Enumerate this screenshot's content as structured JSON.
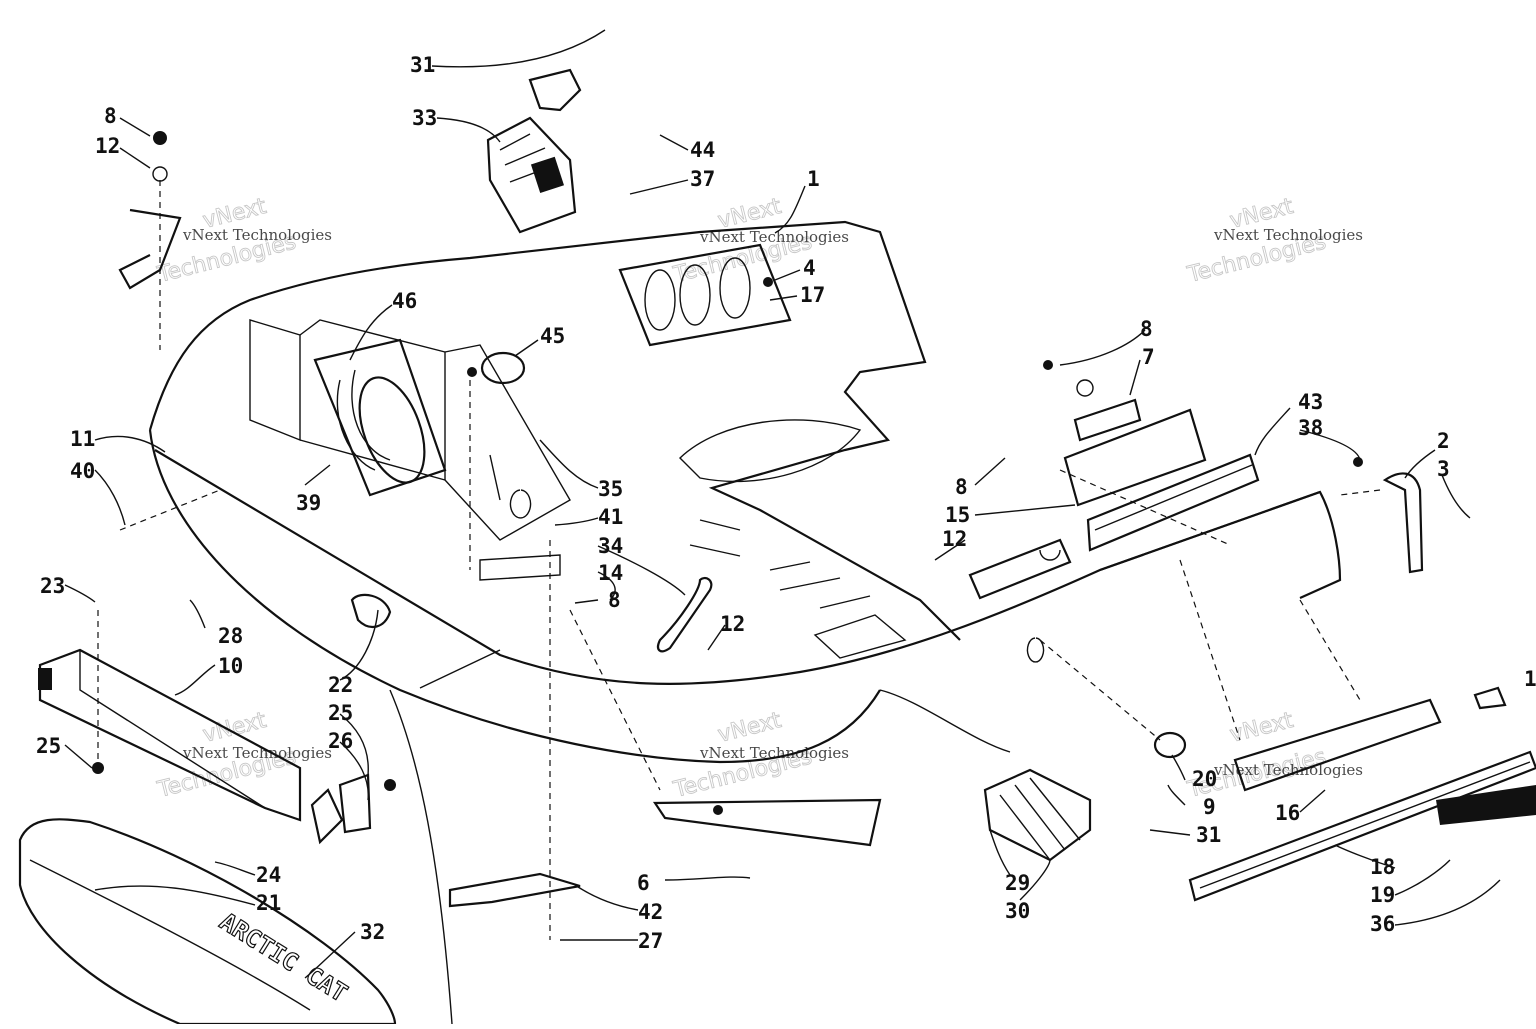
{
  "watermark": {
    "line1": "vNext",
    "line2": "Technologies",
    "caption": "vNext Technologies"
  },
  "callouts": {
    "c31a": "31",
    "c33": "33",
    "c8a": "8",
    "c12a": "12",
    "c44": "44",
    "c37": "37",
    "c1": "1",
    "c4": "4",
    "c17": "17",
    "c46": "46",
    "c45": "45",
    "c8b": "8",
    "c7": "7",
    "c43": "43",
    "c38": "38",
    "c2": "2",
    "c3": "3",
    "c11": "11",
    "c40": "40",
    "c39": "39",
    "c35": "35",
    "c41": "41",
    "c34": "34",
    "c14": "14",
    "c8c": "8",
    "c8d": "8",
    "c15": "15",
    "c12b": "12",
    "c12c": "12",
    "c23": "23",
    "c28": "28",
    "c10": "10",
    "c22": "22",
    "c25a": "25",
    "c26": "26",
    "c25b": "25",
    "c24": "24",
    "c21": "21",
    "c32": "32",
    "c6": "6",
    "c42": "42",
    "c27": "27",
    "c29": "29",
    "c30": "30",
    "c20": "20",
    "c9": "9",
    "c31b": "31",
    "c16": "16",
    "c18": "18",
    "c19": "19",
    "c36": "36",
    "c1b": "1"
  },
  "cover_lettering": "ARCTIC CAT"
}
